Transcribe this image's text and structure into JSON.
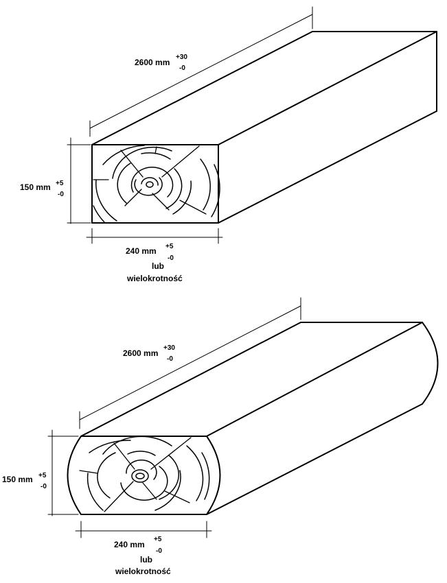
{
  "figure_1": {
    "length_label": "2600 mm",
    "length_tol_plus": "+30",
    "length_tol_minus": "-0",
    "height_label": "150 mm",
    "height_tol_plus": "+5",
    "height_tol_minus": "-0",
    "width_label": "240 mm",
    "width_tol_plus": "+5",
    "width_tol_minus": "-0",
    "note_line1": "lub",
    "note_line2": "wielokrotność"
  },
  "figure_2": {
    "length_label": "2600 mm",
    "length_tol_plus": "+30",
    "length_tol_minus": "-0",
    "height_label": "150 mm",
    "height_tol_plus": "+5",
    "height_tol_minus": "-0",
    "width_label": "240 mm",
    "width_tol_plus": "+5",
    "width_tol_minus": "-0",
    "note_line1": "lub",
    "note_line2": "wielokrotność"
  },
  "colors": {
    "line": "#000000",
    "background": "#ffffff"
  }
}
